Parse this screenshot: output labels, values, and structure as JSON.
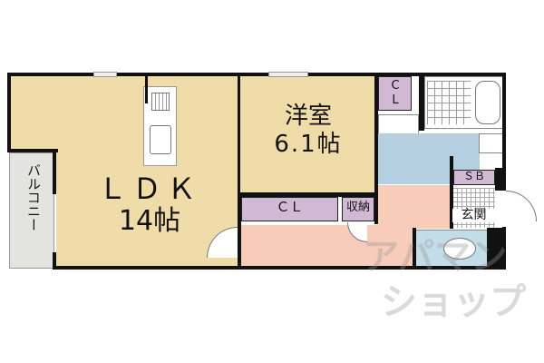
{
  "rooms": {
    "ldk": {
      "name": "ＬＤＫ",
      "size": "14帖"
    },
    "western": {
      "name": "洋室",
      "size": "6.1帖"
    },
    "balcony": "バルコニー",
    "closet_top": "C\nL",
    "closet_bottom": "ＣＬ",
    "storage": "収納",
    "shoe_box": "ＳＢ",
    "entrance": "玄関"
  },
  "watermark": {
    "line1": "アパマン",
    "line2": "ショップ"
  },
  "colors": {
    "living": "#f0dca8",
    "closet": "#d2b9d3",
    "hall": "#f7cdb9",
    "wet": "#b3cfe0",
    "balcony": "#e3e3e0"
  }
}
